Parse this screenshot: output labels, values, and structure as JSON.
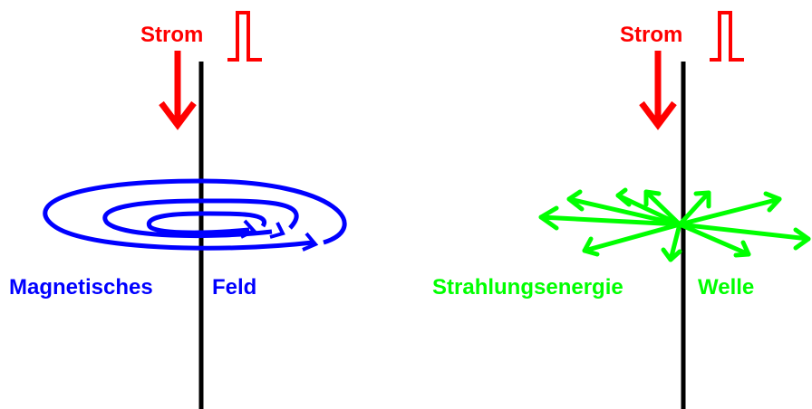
{
  "left_panel": {
    "current_label": "Strom",
    "field_label_1": "Magnetisches",
    "field_label_2": "Feld"
  },
  "right_panel": {
    "current_label": "Strom",
    "field_label_1": "Strahlungsenergie",
    "field_label_2": "Welle"
  },
  "colors": {
    "current": "#ff0000",
    "magnetic": "#0000ff",
    "radiation": "#00ff00",
    "wire": "#000000"
  }
}
